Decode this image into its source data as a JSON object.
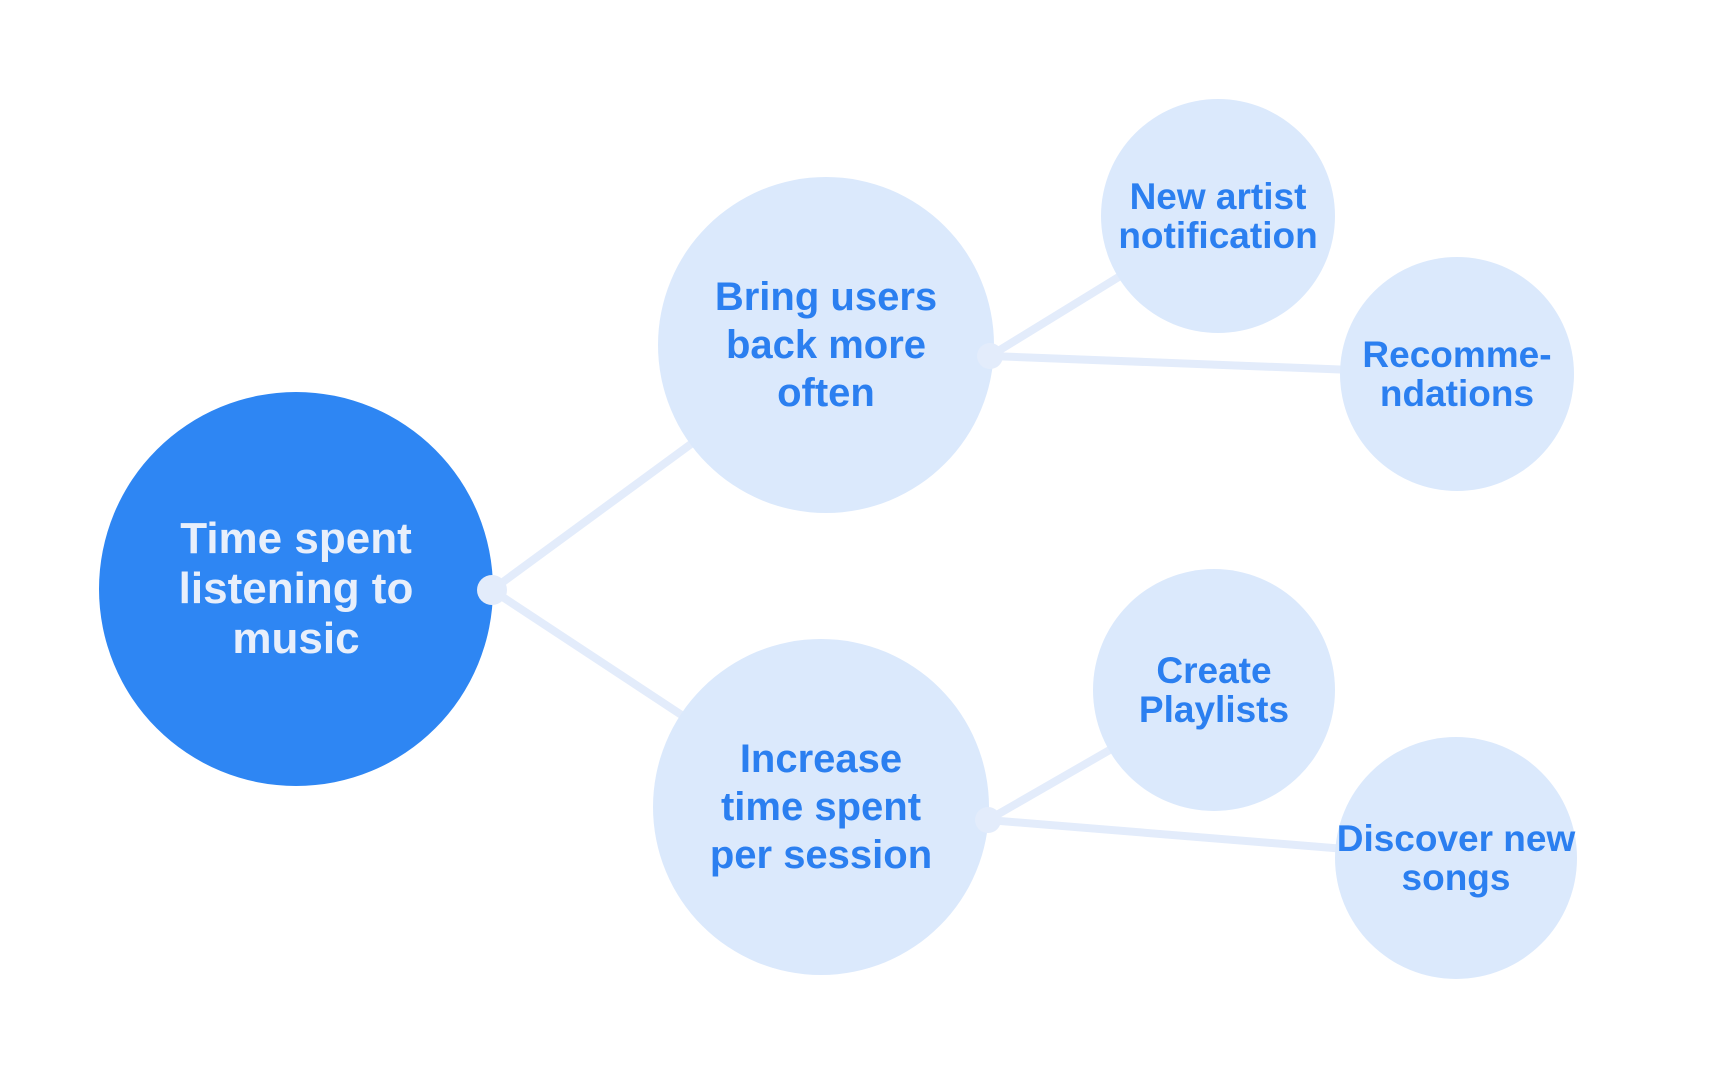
{
  "diagram": {
    "type": "mindmap",
    "title": "Time spent listening to music"
  },
  "colors": {
    "background": "#ffffff",
    "root_fill": "#2E86F3",
    "root_text": "#E8EFFB",
    "node_fill": "#DBE9FC",
    "node_text": "#2B7FF0",
    "connector": "#E3ECFB"
  },
  "nodes": {
    "root": {
      "label": "Time spent listening to music",
      "lines": [
        "Time spent",
        "listening to",
        "music"
      ]
    },
    "bring_users": {
      "label": "Bring users back more often",
      "lines": [
        "Bring users",
        "back more",
        "often"
      ]
    },
    "new_artist": {
      "label": "New artist notification",
      "lines": [
        "New artist",
        "notification"
      ]
    },
    "recommendations": {
      "label": "Recommendations",
      "lines": [
        "Recomme-",
        "ndations"
      ]
    },
    "increase_time": {
      "label": "Increase time spent per session",
      "lines": [
        "Increase",
        "time spent",
        "per session"
      ]
    },
    "create_playlists": {
      "label": "Create Playlists",
      "lines": [
        "Create",
        "Playlists"
      ]
    },
    "discover_songs": {
      "label": "Discover new songs",
      "lines": [
        "Discover new",
        "songs"
      ]
    }
  },
  "edges": [
    {
      "from": "Time spent listening to music",
      "to": "Bring users back more often"
    },
    {
      "from": "Time spent listening to music",
      "to": "Increase time spent per session"
    },
    {
      "from": "Bring users back more often",
      "to": "New artist notification"
    },
    {
      "from": "Bring users back more often",
      "to": "Recommendations"
    },
    {
      "from": "Increase time spent per session",
      "to": "Create Playlists"
    },
    {
      "from": "Increase time spent per session",
      "to": "Discover new songs"
    }
  ]
}
